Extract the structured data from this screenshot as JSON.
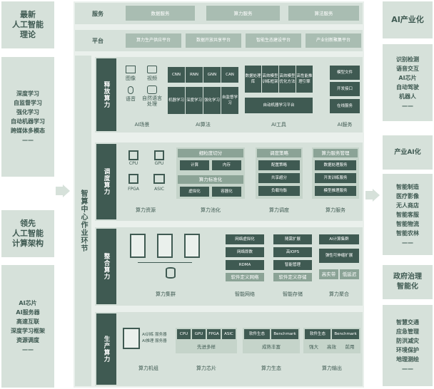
{
  "left": {
    "top_title": "最新\n人工智能\n理论",
    "top_list": [
      "深度学习",
      "自监督学习",
      "强化学习",
      "自动机器学习",
      "跨媒体多模态",
      "——"
    ],
    "bottom_title": "领先\n人工智能\n计算架构",
    "bottom_list": [
      "AI芯片",
      "AI服务器",
      "高速互联",
      "深度学习框架",
      "资源调度",
      "——"
    ]
  },
  "center_vertical": "智算中心作业环节",
  "top_rows": {
    "service_label": "服务",
    "services": [
      "数据服务",
      "算力服务",
      "算法服务"
    ],
    "platform_label": "平台",
    "platforms": [
      "算力生产供应平台",
      "数据开放共享平台",
      "智能生态建设平台",
      "产业创新聚集平台"
    ]
  },
  "release": {
    "title": "释放算力",
    "scene": {
      "items": [
        "图像",
        "视频",
        "语音",
        "自然语言处理"
      ],
      "caption": "AI场景"
    },
    "algo": {
      "row1": [
        "CNN",
        "RNN",
        "GNN",
        "CAN"
      ],
      "row2": [
        "机器学习",
        "深度学习",
        "强化学习",
        "自监督学习"
      ],
      "caption": "AI算法"
    },
    "tools": {
      "items": [
        "数据处理库",
        "高效模型训练框架",
        "高效模型优化方法",
        "高性能推理引擎"
      ],
      "bottom": "自动机器学习平台",
      "caption": "AI工具"
    },
    "services": {
      "items": [
        "模型文件",
        "开发接口",
        "在线服务"
      ],
      "caption": "AI服务"
    }
  },
  "dispatch": {
    "title": "调度算力",
    "resources": {
      "items": [
        "CPU",
        "GPU",
        "FPGA",
        "ASIC"
      ],
      "caption": "算力资源"
    },
    "pool": {
      "head1": "细粒度切分",
      "row1": [
        "计算",
        "内存"
      ],
      "head2": "算力标准化",
      "row2": [
        "虚拟化",
        "容器化"
      ],
      "caption": "算力池化"
    },
    "schedule": {
      "head": "调度策略",
      "items": [
        "配置策略",
        "共享超分",
        "负载均衡"
      ],
      "caption": "算力调度"
    },
    "service": {
      "head": "算力服务管理",
      "items": [
        "数据处理服务",
        "开发训练服务",
        "模型推理服务"
      ],
      "caption": "算力服务"
    }
  },
  "aggregate": {
    "title": "整合算力",
    "cluster": {
      "caption": "算力集群"
    },
    "network": {
      "items": [
        "网络虚拟化",
        "网络即数",
        "RDMA"
      ],
      "bottom": "软件定义网络",
      "caption": "智能网络"
    },
    "storage": {
      "items": [
        "随需扩展",
        "高IOPS",
        "智能管理"
      ],
      "bottom": "软件定义存储",
      "caption": "智能存储"
    },
    "merge": {
      "head": "AI计算集群",
      "mid": "弹性可伸缩扩展",
      "bottom": [
        "高实带",
        "低延迟"
      ],
      "caption": "算力聚合"
    }
  },
  "produce": {
    "title": "生产算力",
    "unit": {
      "lines": [
        "AI训练 服务器",
        "AI推理 服务器"
      ],
      "caption": "算力机组"
    },
    "chips": {
      "items": [
        "CPU",
        "GPU",
        "FPGA",
        "ASIC"
      ],
      "bottom": "先进多样",
      "caption": "算力芯片"
    },
    "eco": {
      "items": [
        "软件生态",
        "Benchmark"
      ],
      "bottom": "成熟丰富",
      "caption": "算力生态"
    },
    "output": {
      "items": [
        "软件生态",
        "Benchmark"
      ],
      "bottom": [
        "强大",
        "高效",
        "前用"
      ],
      "caption": "算力输出"
    }
  },
  "right": {
    "t1": "AI产业化",
    "l1": [
      "识别检测",
      "语音交互",
      "AI芯片",
      "自动驾驶",
      "机器人",
      "——"
    ],
    "t2": "产业AI化",
    "l2": [
      "智能制造",
      "医疗影像",
      "无人商店",
      "智能客服",
      "智能物流",
      "智能农林",
      "——"
    ],
    "t3": "政府治理\n智能化",
    "l3": [
      "智慧交通",
      "应急管理",
      "防洪减灾",
      "环境保护",
      "地理测绘",
      "——"
    ]
  }
}
